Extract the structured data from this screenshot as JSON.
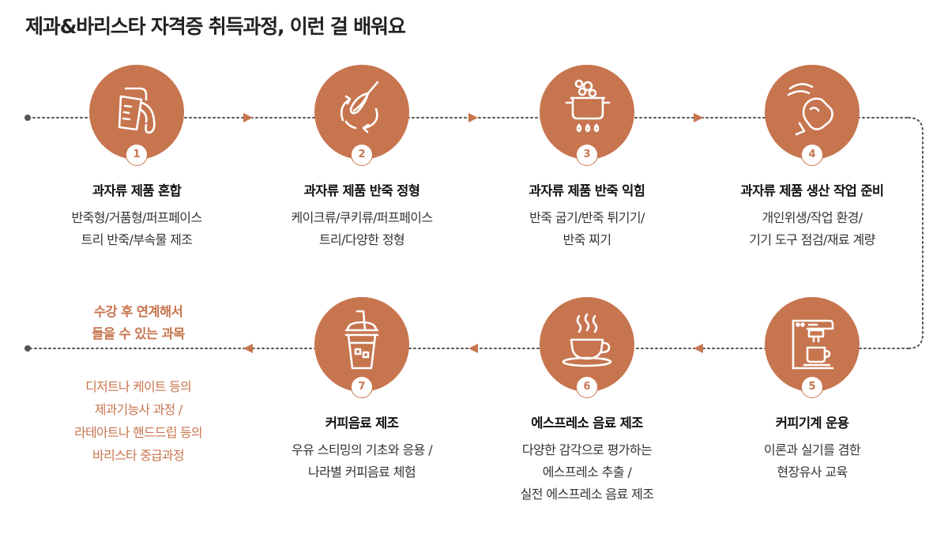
{
  "title": "제과&바리스타 자격증 취득과정, 이런 걸 배워요",
  "accent_color": "#c7754f",
  "steps": [
    {
      "number": "1",
      "icon": "measuring-cup-pour-icon",
      "title": "과자류 제품 혼합",
      "desc": [
        "반죽형/거품형/퍼프페이스",
        "트리 반죽/부속물 제조"
      ]
    },
    {
      "number": "2",
      "icon": "whisk-mixing-icon",
      "title": "과자류 제품 반죽 정형",
      "desc": [
        "케이크류/쿠키류/퍼프페이스",
        "트리/다양한 정형"
      ]
    },
    {
      "number": "3",
      "icon": "cooking-pot-icon",
      "title": "과자류 제품 반죽 익힘",
      "desc": [
        "반죽 굽기/반죽 튀기기/",
        "반죽 찌기"
      ]
    },
    {
      "number": "4",
      "icon": "hand-wiping-icon",
      "title": "과자류 제품 생산 작업 준비",
      "desc": [
        "개인위생/작업 환경/",
        "기기 도구 점검/재료 계량"
      ]
    },
    {
      "number": "5",
      "icon": "coffee-machine-icon",
      "title": "커피기계 운용",
      "desc": [
        "이론과 실기를 겸한",
        "현장유사 교육"
      ]
    },
    {
      "number": "6",
      "icon": "espresso-cup-icon",
      "title": "에스프레소 음료 제조",
      "desc": [
        "다양한 감각으로 평가하는",
        "에스프레소 추출 /",
        "실전 에스프레소 음료 제조"
      ]
    },
    {
      "number": "7",
      "icon": "iced-drink-icon",
      "title": "커피음료 제조",
      "desc": [
        "우유 스티밍의 기초와 응용 /",
        "나라별 커피음료 체험"
      ]
    }
  ],
  "side_note": {
    "title": [
      "수강 후 연계해서",
      "들을 수 있는 과목"
    ],
    "desc": [
      "디저트나 케이트 등의",
      "제과기능사 과정 /",
      "라테아트나 핸드드립 등의",
      "바리스타 중급과정"
    ]
  }
}
